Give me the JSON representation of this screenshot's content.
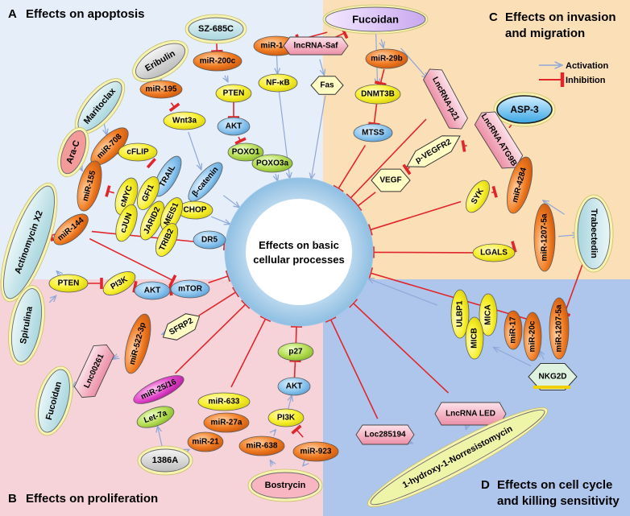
{
  "quadrants": {
    "A": {
      "letter": "A",
      "title": "Effects on apoptosis"
    },
    "B": {
      "letter": "B",
      "title": "Effects on proliferation"
    },
    "C": {
      "letter": "C",
      "title_line1": "Effects on invasion",
      "title_line2": "and migration"
    },
    "D": {
      "letter": "D",
      "title_line1": "Effects on cell cycle",
      "title_line2": "and killing sensitivity"
    }
  },
  "center": {
    "line1": "Effects on basic",
    "line2": "cellular processes"
  },
  "legend": {
    "activation": "Activation",
    "inhibition": "Inhibition"
  },
  "colors": {
    "quadA": "#e6eefa",
    "quadB": "#f6d2d9",
    "quadC": "#fbdfb7",
    "quadD": "#aec6ec",
    "activation": "#8fa8d8",
    "inhibition": "#e0262b",
    "drug": "#bfe1e6",
    "mirna": "#f07a20",
    "protein": "#f7ef2a",
    "purple": "#9f85d8",
    "lnc": "#f2a6b8",
    "gene": "#f7ef2a",
    "center": "#ffffff",
    "ring": "#a9cde8"
  },
  "nodes": [
    {
      "id": "sz685c",
      "label": "SZ-685C"
    },
    {
      "id": "fucoidanTop",
      "label": "Fucoidan"
    },
    {
      "id": "eribulin",
      "label": "Eribulin"
    },
    {
      "id": "mir200c",
      "label": "miR-200c"
    },
    {
      "id": "mir143",
      "label": "miR-143"
    },
    {
      "id": "lncSaf",
      "label": "lncRNA-Saf"
    },
    {
      "id": "mir29b",
      "label": "miR-29b"
    },
    {
      "id": "lncP21",
      "label": "LncRNA-p21"
    },
    {
      "id": "asp3",
      "label": "ASP-3"
    },
    {
      "id": "maritoclax",
      "label": "Maritoclax"
    },
    {
      "id": "mir195",
      "label": "miR-195"
    },
    {
      "id": "pten1",
      "label": "PTEN"
    },
    {
      "id": "nfkb",
      "label": "NF-κB"
    },
    {
      "id": "fas",
      "label": "Fas"
    },
    {
      "id": "dnmt3b",
      "label": "DNMT3B"
    },
    {
      "id": "lncAtg9b",
      "label": "LncRNA ATG9B"
    },
    {
      "id": "mir708",
      "label": "miR-708"
    },
    {
      "id": "wnt3a",
      "label": "Wnt3a"
    },
    {
      "id": "akt1",
      "label": "AKT"
    },
    {
      "id": "mtss",
      "label": "MTSS"
    },
    {
      "id": "pvegfr2",
      "label": "p-VEGFR2"
    },
    {
      "id": "arac",
      "label": "Ara-C"
    },
    {
      "id": "cflip",
      "label": "cFLIP"
    },
    {
      "id": "poxo1",
      "label": "POXO1"
    },
    {
      "id": "poxo3a",
      "label": "POXO3a"
    },
    {
      "id": "mir4284",
      "label": "miR-4284"
    },
    {
      "id": "trail",
      "label": "TRAIL"
    },
    {
      "id": "bcatenin",
      "label": "β-catenin"
    },
    {
      "id": "vegf",
      "label": "VEGF"
    },
    {
      "id": "mir155",
      "label": "miR-155"
    },
    {
      "id": "cmyc",
      "label": "cMYC"
    },
    {
      "id": "gfi1",
      "label": "GFI1"
    },
    {
      "id": "chop",
      "label": "CHOP"
    },
    {
      "id": "syk",
      "label": "SYK"
    },
    {
      "id": "actX2",
      "label": "Actinomycin X2"
    },
    {
      "id": "cjun",
      "label": "cJUN"
    },
    {
      "id": "jarid2",
      "label": "JARID2"
    },
    {
      "id": "meis1",
      "label": "MEIS1"
    },
    {
      "id": "dr5",
      "label": "DR5"
    },
    {
      "id": "trabectedin",
      "label": "Trabectedin"
    },
    {
      "id": "trib2",
      "label": "TRIB2"
    },
    {
      "id": "mir12075a1",
      "label": "miR-1207-5a"
    },
    {
      "id": "mir144",
      "label": "miR-144"
    },
    {
      "id": "lgals",
      "label": "LGALS"
    },
    {
      "id": "pten2",
      "label": "PTEN"
    },
    {
      "id": "pi3k1",
      "label": "PI3K"
    },
    {
      "id": "akt2",
      "label": "AKT"
    },
    {
      "id": "mtor",
      "label": "mTOR"
    },
    {
      "id": "spirulina",
      "label": "Spirulina"
    },
    {
      "id": "ulbp1",
      "label": "ULBP1"
    },
    {
      "id": "mica",
      "label": "MICA"
    },
    {
      "id": "micb",
      "label": "MICB"
    },
    {
      "id": "mir17",
      "label": "miR-17"
    },
    {
      "id": "mir20c",
      "label": "miR-20c"
    },
    {
      "id": "mir12075a2",
      "label": "miR-1207-5a"
    },
    {
      "id": "sfrp2",
      "label": "SFRP2"
    },
    {
      "id": "mir5223p",
      "label": "miR-522-3p"
    },
    {
      "id": "lnc00261",
      "label": "Lnc00261"
    },
    {
      "id": "fucoidanB",
      "label": "Fucoidan"
    },
    {
      "id": "p27",
      "label": "p27"
    },
    {
      "id": "mir2516",
      "label": "miR-25/16"
    },
    {
      "id": "mir633",
      "label": "miR-633"
    },
    {
      "id": "akt3",
      "label": "AKT"
    },
    {
      "id": "let7a",
      "label": "Let-7a"
    },
    {
      "id": "mir27a",
      "label": "miR-27a"
    },
    {
      "id": "pi3k2",
      "label": "PI3K"
    },
    {
      "id": "nkg2d",
      "label": "NKG2D"
    },
    {
      "id": "mir21",
      "label": "miR-21"
    },
    {
      "id": "mir638",
      "label": "miR-638"
    },
    {
      "id": "mir923",
      "label": "miR-923"
    },
    {
      "id": "lncLed",
      "label": "LncRNA LED"
    },
    {
      "id": "loc285194",
      "label": "Loc285194"
    },
    {
      "id": "d1386a",
      "label": "1386A"
    },
    {
      "id": "norresist",
      "label": "1-hydroxy-1-Norresistomycin"
    },
    {
      "id": "bostrycin",
      "label": "Bostrycin"
    }
  ]
}
